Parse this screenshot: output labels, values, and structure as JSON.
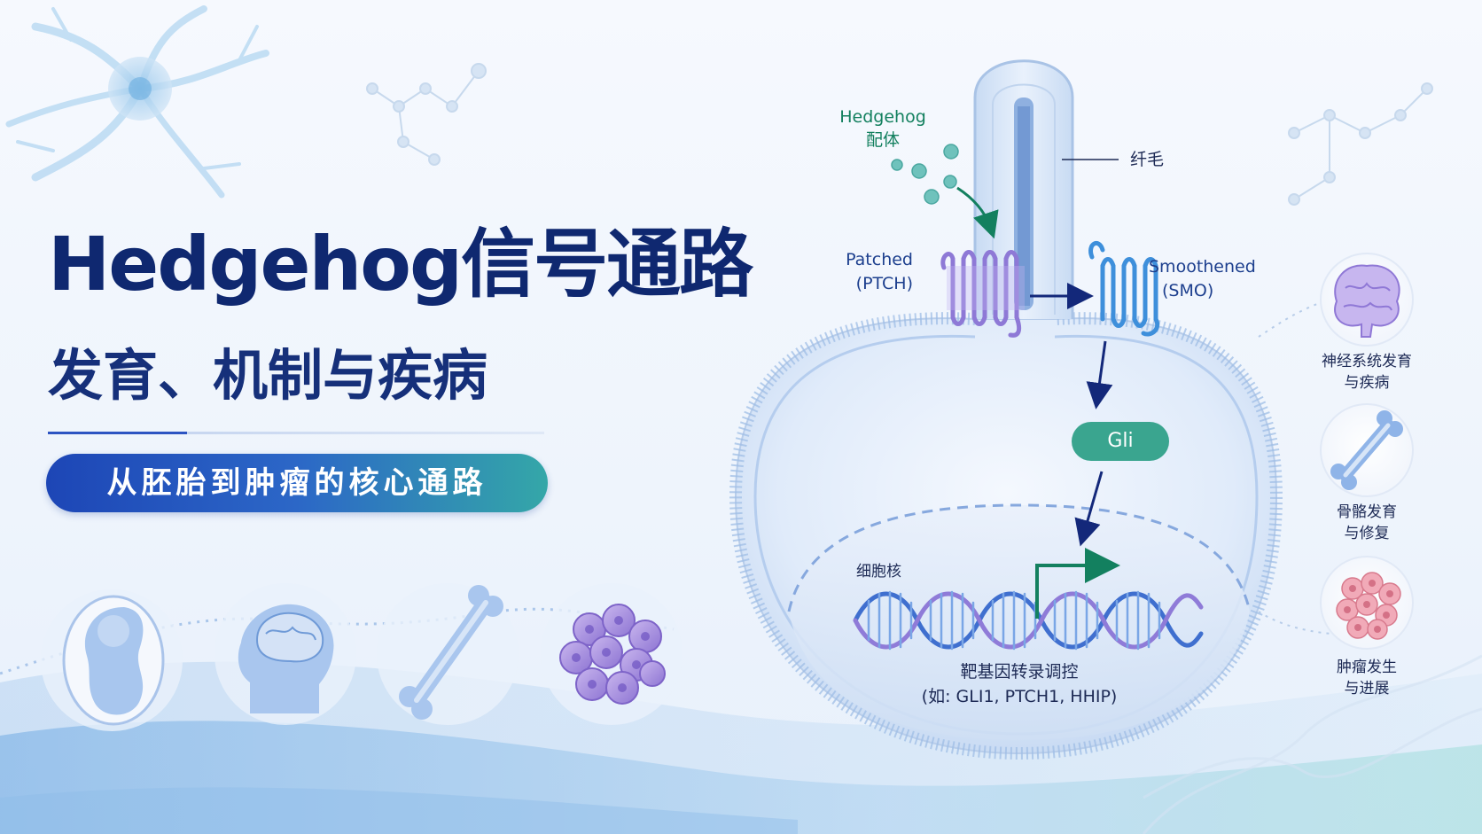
{
  "header": {
    "title": "Hedgehog信号通路",
    "subtitle": "发育、机制与疾病",
    "pill_text": "从胚胎到肿瘤的核心通路"
  },
  "diagram": {
    "ligand_label": "Hedgehog",
    "ligand_label_2": "配体",
    "cilium_label": "纤毛",
    "patched_label": "Patched",
    "patched_abbr": "(PTCH)",
    "smoothened_label": "Smoothened",
    "smoothened_abbr": "(SMO)",
    "gli_label": "Gli",
    "nucleus_label": "细胞核",
    "target_label": "靶基因转录调控",
    "target_examples": "(如: GLI1, PTCH1, HHIP)"
  },
  "side_panel": [
    {
      "icon": "brain-icon",
      "line1": "神经系统发育",
      "line2": "与疾病"
    },
    {
      "icon": "bone-icon",
      "line1": "骨骼发育",
      "line2": "与修复"
    },
    {
      "icon": "tumor-cells-icon",
      "line1": "肿瘤发生",
      "line2": "与进展"
    }
  ],
  "bottom_icons": [
    "embryo-icon",
    "head-brain-icon",
    "bone-icon",
    "tumor-cluster-icon"
  ],
  "colors": {
    "title": "#0f2870",
    "accent_blue": "#1d46b6",
    "accent_teal": "#34a7a8",
    "ligand_green": "#13805f",
    "gli_teal": "#3aa58f",
    "patched_purple": "#9a86dc",
    "smoothened_blue": "#4d9ae0"
  }
}
